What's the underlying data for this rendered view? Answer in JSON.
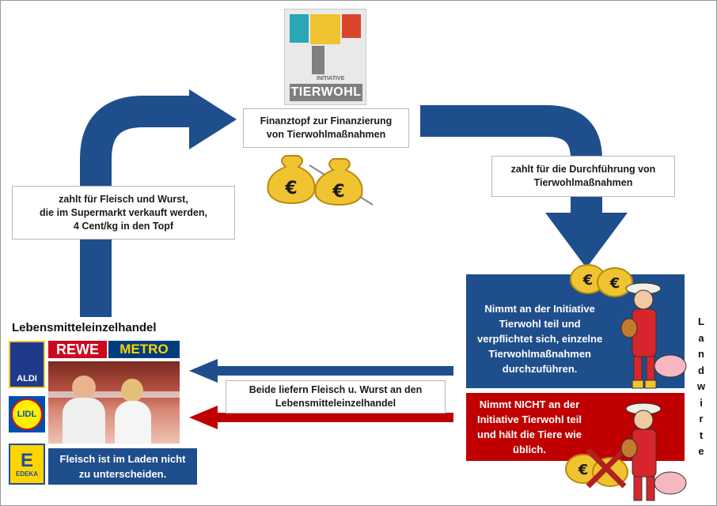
{
  "logo": {
    "small_text": "INITIATIVE",
    "name": "TIERWOHL"
  },
  "fund_box": {
    "text": "Finanztopf zur Finanzierung\nvon Tierwohlmaßnahmen"
  },
  "retail_pays_box": {
    "text": "zahlt für Fleisch und Wurst,\ndie im Supermarkt verkauft werden,\n4 Cent/kg in den Topf"
  },
  "fund_pays_box": {
    "text": "zahlt für die Durchführung von\nTierwohlmaßnahmen"
  },
  "retail_heading": "Lebensmitteleinzelhandel",
  "retail_logos": {
    "aldi": "ALDI",
    "rewe": "REWE",
    "metro": "METRO",
    "lidl": "LIDL",
    "edeka": "EDEKA"
  },
  "retail_note": {
    "text": "Fleisch ist im Laden nicht\nzu unterscheiden."
  },
  "delivery_box": {
    "text": "Beide liefern Fleisch u. Wurst an den\nLebensmitteleinzelhandel"
  },
  "farmer_join": {
    "text": "Nimmt an der Initiative\nTierwohl teil und\nverpflichtet sich, einzelne\nTierwohlmaßnahmen\ndurchzuführen."
  },
  "farmer_not_join": {
    "text": "Nimmt NICHT an der\nInitiative Tierwohl teil\nund hält die Tiere wie\nüblich."
  },
  "side_label": [
    "L",
    "a",
    "n",
    "d",
    "w",
    "i",
    "r",
    "t",
    "e"
  ],
  "coin_symbol": "€",
  "colors": {
    "navy": "#1f4e8c",
    "red": "#c00000",
    "gold": "#f0c330",
    "teal": "#2aa6b4",
    "logo_red": "#d9452b",
    "logo_gray": "#7f7f7f"
  }
}
